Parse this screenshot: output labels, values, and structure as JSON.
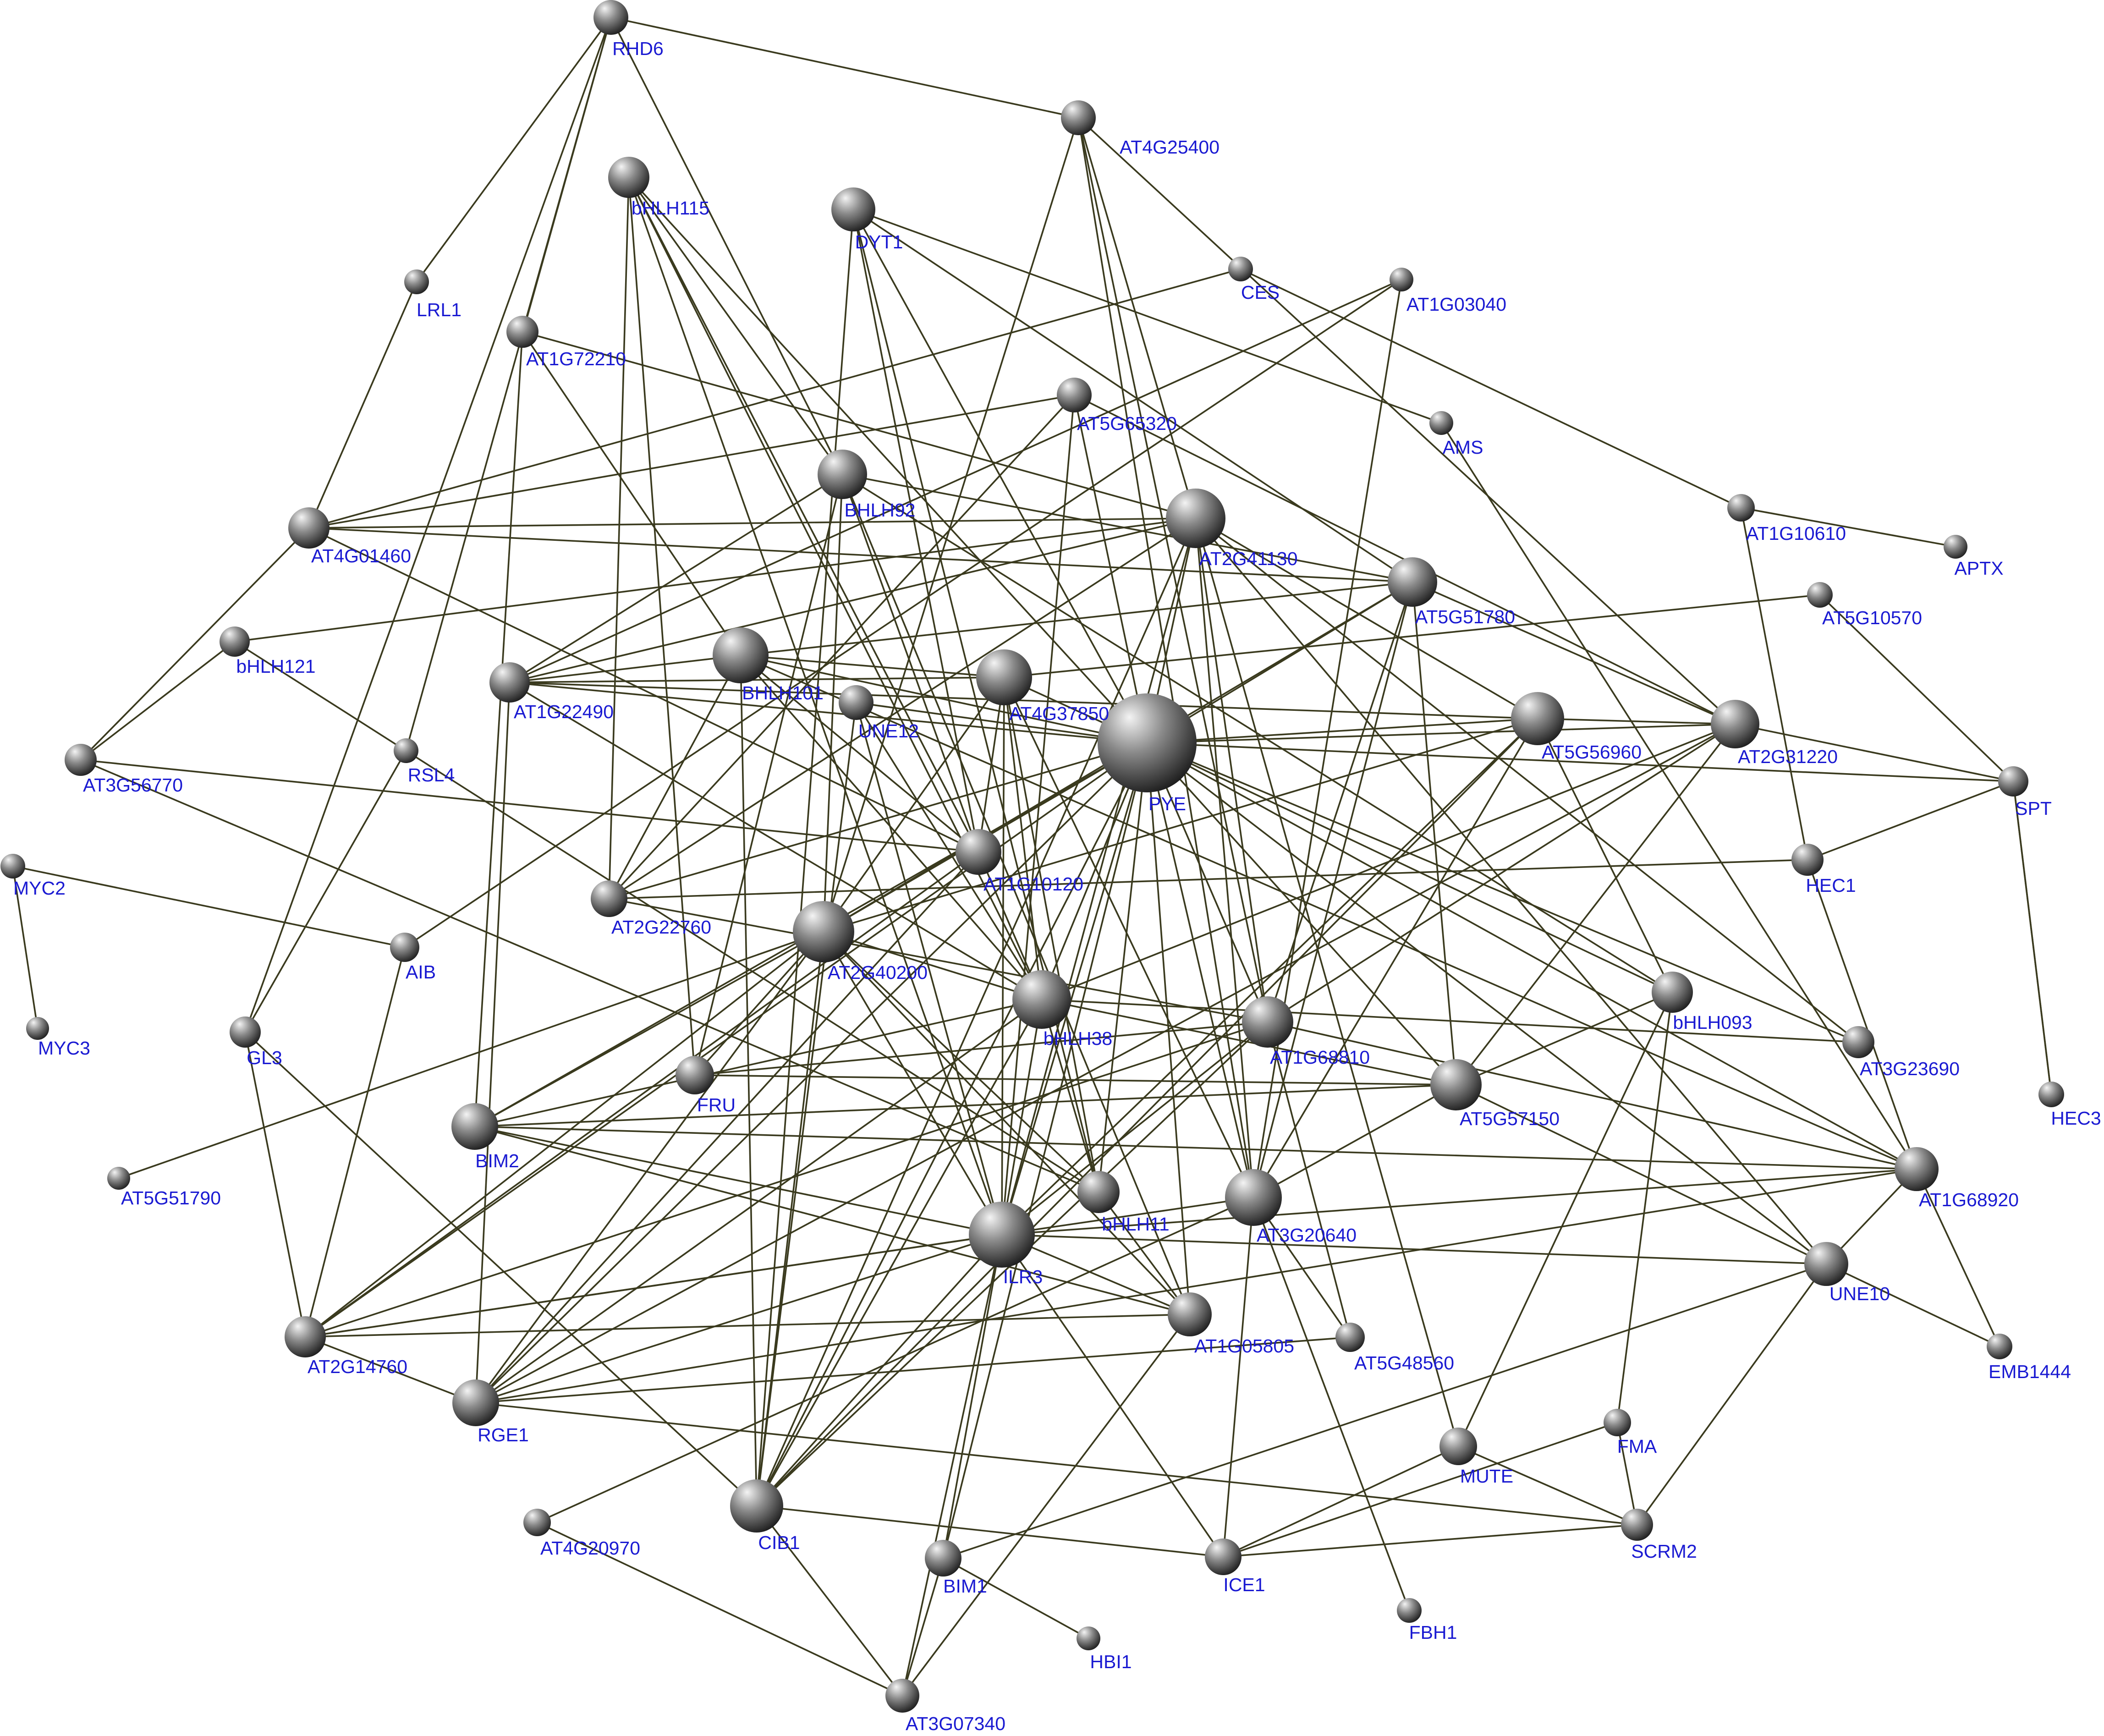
{
  "colors": {
    "background": "#ffffff",
    "edge": "#3a3a1e",
    "node_light": "#f4f4f4",
    "node_mid": "#8a8a8a",
    "node_dark": "#1c1c1c",
    "label": "#1a1ad2"
  },
  "nodes": [
    {
      "id": "RHD6",
      "label": "RHD6"
    },
    {
      "id": "AT4G25400",
      "label": "AT4G25400"
    },
    {
      "id": "bHLH115",
      "label": "bHLH115"
    },
    {
      "id": "DYT1",
      "label": "DYT1"
    },
    {
      "id": "LRL1",
      "label": "LRL1"
    },
    {
      "id": "CES",
      "label": "CES"
    },
    {
      "id": "AT1G03040",
      "label": "AT1G03040"
    },
    {
      "id": "AT1G72210",
      "label": "AT1G72210"
    },
    {
      "id": "AT5G65320",
      "label": "AT5G65320"
    },
    {
      "id": "AMS",
      "label": "AMS"
    },
    {
      "id": "BHLH92",
      "label": "BHLH92"
    },
    {
      "id": "AT2G41130",
      "label": "AT2G41130"
    },
    {
      "id": "AT1G10610",
      "label": "AT1G10610"
    },
    {
      "id": "APTX",
      "label": "APTX"
    },
    {
      "id": "AT4G01460",
      "label": "AT4G01460"
    },
    {
      "id": "AT5G51780",
      "label": "AT5G51780"
    },
    {
      "id": "AT5G10570",
      "label": "AT5G10570"
    },
    {
      "id": "bHLH121",
      "label": "bHLH121"
    },
    {
      "id": "BHLH101",
      "label": "BHLH101"
    },
    {
      "id": "AT1G22490",
      "label": "AT1G22490"
    },
    {
      "id": "UNE12",
      "label": "UNE12"
    },
    {
      "id": "AT4G37850",
      "label": "AT4G37850"
    },
    {
      "id": "PYE",
      "label": "PYE"
    },
    {
      "id": "AT5G56960",
      "label": "AT5G56960"
    },
    {
      "id": "AT2G31220",
      "label": "AT2G31220"
    },
    {
      "id": "AT3G56770",
      "label": "AT3G56770"
    },
    {
      "id": "RSL4",
      "label": "RSL4"
    },
    {
      "id": "SPT",
      "label": "SPT"
    },
    {
      "id": "AT1G10120",
      "label": "AT1G10120"
    },
    {
      "id": "HEC1",
      "label": "HEC1"
    },
    {
      "id": "MYC2",
      "label": "MYC2"
    },
    {
      "id": "AT2G22760",
      "label": "AT2G22760"
    },
    {
      "id": "AIB",
      "label": "AIB"
    },
    {
      "id": "AT2G40200",
      "label": "AT2G40200"
    },
    {
      "id": "bHLH093",
      "label": "bHLH093"
    },
    {
      "id": "bHLH38",
      "label": "bHLH38"
    },
    {
      "id": "AT1G68810",
      "label": "AT1G68810"
    },
    {
      "id": "MYC3",
      "label": "MYC3"
    },
    {
      "id": "GL3",
      "label": "GL3"
    },
    {
      "id": "FRU",
      "label": "FRU"
    },
    {
      "id": "AT3G23690",
      "label": "AT3G23690"
    },
    {
      "id": "AT5G57150",
      "label": "AT5G57150"
    },
    {
      "id": "HEC3",
      "label": "HEC3"
    },
    {
      "id": "BIM2",
      "label": "BIM2"
    },
    {
      "id": "AT1G68920",
      "label": "AT1G68920"
    },
    {
      "id": "AT5G51790",
      "label": "AT5G51790"
    },
    {
      "id": "bHLH11",
      "label": "bHLH11"
    },
    {
      "id": "AT3G20640",
      "label": "AT3G20640"
    },
    {
      "id": "ILR3",
      "label": "ILR3"
    },
    {
      "id": "UNE10",
      "label": "UNE10"
    },
    {
      "id": "AT2G14760",
      "label": "AT2G14760"
    },
    {
      "id": "AT1G05805",
      "label": "AT1G05805"
    },
    {
      "id": "AT5G48560",
      "label": "AT5G48560"
    },
    {
      "id": "EMB1444",
      "label": "EMB1444"
    },
    {
      "id": "RGE1",
      "label": "RGE1"
    },
    {
      "id": "FMA",
      "label": "FMA"
    },
    {
      "id": "MUTE",
      "label": "MUTE"
    },
    {
      "id": "CIB1",
      "label": "CIB1"
    },
    {
      "id": "SCRM2",
      "label": "SCRM2"
    },
    {
      "id": "AT4G20970",
      "label": "AT4G20970"
    },
    {
      "id": "BIM1",
      "label": "BIM1"
    },
    {
      "id": "ICE1",
      "label": "ICE1"
    },
    {
      "id": "FBH1",
      "label": "FBH1"
    },
    {
      "id": "HBI1",
      "label": "HBI1"
    },
    {
      "id": "AT3G07340",
      "label": "AT3G07340"
    }
  ],
  "edges": [
    [
      "RHD6",
      "AT4G25400"
    ],
    [
      "RHD6",
      "LRL1"
    ],
    [
      "RHD6",
      "AT1G72210"
    ],
    [
      "RHD6",
      "GL3"
    ],
    [
      "RHD6",
      "BHLH92"
    ],
    [
      "RHD6",
      "RSL4"
    ],
    [
      "AT4G25400",
      "AT2G41130"
    ],
    [
      "AT4G25400",
      "AT1G68810"
    ],
    [
      "AT4G25400",
      "AT2G31220"
    ],
    [
      "AT4G25400",
      "AT2G40200"
    ],
    [
      "AT4G25400",
      "AT3G20640"
    ],
    [
      "bHLH115",
      "BHLH92"
    ],
    [
      "bHLH115",
      "bHLH38"
    ],
    [
      "bHLH115",
      "FRU"
    ],
    [
      "bHLH115",
      "AT1G10120"
    ],
    [
      "bHLH115",
      "AT2G22760"
    ],
    [
      "bHLH115",
      "PYE"
    ],
    [
      "bHLH115",
      "ILR3"
    ],
    [
      "DYT1",
      "AMS"
    ],
    [
      "DYT1",
      "CIB1"
    ],
    [
      "DYT1",
      "PYE"
    ],
    [
      "DYT1",
      "bHLH11"
    ],
    [
      "DYT1",
      "AT5G51780"
    ],
    [
      "DYT1",
      "AT1G10120"
    ],
    [
      "LRL1",
      "AT4G01460"
    ],
    [
      "CES",
      "AT1G10610"
    ],
    [
      "CES",
      "AT4G01460"
    ],
    [
      "AT1G03040",
      "AT1G22490"
    ],
    [
      "AT1G03040",
      "AT3G20640"
    ],
    [
      "AT1G72210",
      "BHLH101"
    ],
    [
      "AT1G72210",
      "BIM2"
    ],
    [
      "AT1G72210",
      "AT2G41130"
    ],
    [
      "AT5G65320",
      "AT4G01460"
    ],
    [
      "AT5G65320",
      "ILR3"
    ],
    [
      "AT5G65320",
      "PYE"
    ],
    [
      "AT5G65320",
      "AT2G31220"
    ],
    [
      "AT5G65320",
      "AT2G22760"
    ],
    [
      "AMS",
      "AT1G68920"
    ],
    [
      "BHLH92",
      "AT5G51780"
    ],
    [
      "BHLH92",
      "AT1G22490"
    ],
    [
      "BHLH92",
      "AT2G40200"
    ],
    [
      "BHLH92",
      "bHLH093"
    ],
    [
      "BHLH92",
      "AT1G05805"
    ],
    [
      "BHLH92",
      "AT1G10120"
    ],
    [
      "BHLH92",
      "FRU"
    ],
    [
      "AT2G41130",
      "AT4G01460"
    ],
    [
      "AT2G41130",
      "AT1G22490"
    ],
    [
      "AT2G41130",
      "PYE"
    ],
    [
      "AT2G41130",
      "AT5G56960"
    ],
    [
      "AT2G41130",
      "UNE10"
    ],
    [
      "AT2G41130",
      "AT3G23690"
    ],
    [
      "AT2G41130",
      "MUTE"
    ],
    [
      "AT2G41130",
      "ILR3"
    ],
    [
      "AT2G41130",
      "CIB1"
    ],
    [
      "AT2G41130",
      "AT3G20640"
    ],
    [
      "AT2G41130",
      "AT1G68810"
    ],
    [
      "AT1G10610",
      "APTX"
    ],
    [
      "AT1G10610",
      "HEC1"
    ],
    [
      "AT4G01460",
      "AT5G51780"
    ],
    [
      "AT4G01460",
      "AT1G10120"
    ],
    [
      "AT5G51780",
      "PYE"
    ],
    [
      "AT5G51780",
      "AT5G57150"
    ],
    [
      "AT5G51780",
      "AT1G68810"
    ],
    [
      "AT5G51780",
      "AT2G31220"
    ],
    [
      "AT5G51780",
      "BHLH101"
    ],
    [
      "AT5G51780",
      "AT3G20640"
    ],
    [
      "AT5G10570",
      "SPT"
    ],
    [
      "AT5G10570",
      "AT4G37850"
    ],
    [
      "bHLH121",
      "AT3G56770"
    ],
    [
      "bHLH121",
      "AT2G41130"
    ],
    [
      "bHLH121",
      "bHLH11"
    ],
    [
      "BHLH101",
      "AT1G22490"
    ],
    [
      "BHLH101",
      "PYE"
    ],
    [
      "BHLH101",
      "AT4G37850"
    ],
    [
      "BHLH101",
      "bHLH38"
    ],
    [
      "BHLH101",
      "AT1G68920"
    ],
    [
      "BHLH101",
      "AT2G22760"
    ],
    [
      "BHLH101",
      "CIB1"
    ],
    [
      "BHLH101",
      "AT1G10120"
    ],
    [
      "AT1G22490",
      "AT4G37850"
    ],
    [
      "AT1G22490",
      "PYE"
    ],
    [
      "AT1G22490",
      "bHLH38"
    ],
    [
      "AT1G22490",
      "AT5G56960"
    ],
    [
      "AT1G22490",
      "RGE1"
    ],
    [
      "UNE12",
      "PYE"
    ],
    [
      "UNE12",
      "ILR3"
    ],
    [
      "UNE12",
      "bHLH38"
    ],
    [
      "UNE12",
      "CIB1"
    ],
    [
      "AT4G37850",
      "bHLH38"
    ],
    [
      "AT4G37850",
      "ILR3"
    ],
    [
      "AT4G37850",
      "PYE"
    ],
    [
      "AT4G37850",
      "bHLH11"
    ],
    [
      "AT4G37850",
      "AT3G20640"
    ],
    [
      "AT4G37850",
      "AT2G40200"
    ],
    [
      "AT4G37850",
      "AT1G10120"
    ],
    [
      "PYE",
      "AT2G31220"
    ],
    [
      "PYE",
      "AT5G56960"
    ],
    [
      "PYE",
      "ILR3"
    ],
    [
      "PYE",
      "AT2G40200"
    ],
    [
      "PYE",
      "bHLH38"
    ],
    [
      "PYE",
      "AT1G68810"
    ],
    [
      "PYE",
      "AT3G20640"
    ],
    [
      "PYE",
      "AT1G68920"
    ],
    [
      "PYE",
      "SPT"
    ],
    [
      "PYE",
      "CIB1"
    ],
    [
      "PYE",
      "BIM1"
    ],
    [
      "PYE",
      "AT5G57150"
    ],
    [
      "PYE",
      "AT1G05805"
    ],
    [
      "PYE",
      "AT3G23690"
    ],
    [
      "PYE",
      "bHLH093"
    ],
    [
      "PYE",
      "UNE10"
    ],
    [
      "PYE",
      "bHLH11"
    ],
    [
      "PYE",
      "AT2G22760"
    ],
    [
      "PYE",
      "AT2G14760"
    ],
    [
      "PYE",
      "RGE1"
    ],
    [
      "PYE",
      "BIM2"
    ],
    [
      "AT5G56960",
      "AT2G40200"
    ],
    [
      "AT5G56960",
      "bHLH093"
    ],
    [
      "AT5G56960",
      "ILR3"
    ],
    [
      "AT5G56960",
      "AT3G20640"
    ],
    [
      "AT5G56960",
      "CIB1"
    ],
    [
      "AT5G56960",
      "AT2G31220"
    ],
    [
      "AT2G31220",
      "SPT"
    ],
    [
      "AT2G31220",
      "AT1G68810"
    ],
    [
      "AT2G31220",
      "bHLH38"
    ],
    [
      "AT2G31220",
      "RGE1"
    ],
    [
      "AT2G31220",
      "AT5G57150"
    ],
    [
      "AT3G56770",
      "AT1G10120"
    ],
    [
      "AT3G56770",
      "AT4G01460"
    ],
    [
      "AT3G56770",
      "bHLH11"
    ],
    [
      "RSL4",
      "GL3"
    ],
    [
      "SPT",
      "HEC3"
    ],
    [
      "SPT",
      "HEC1"
    ],
    [
      "AT1G10120",
      "AT2G14760"
    ],
    [
      "AT1G10120",
      "RGE1"
    ],
    [
      "AT1G10120",
      "bHLH38"
    ],
    [
      "HEC1",
      "AT2G22760"
    ],
    [
      "HEC1",
      "AT1G68920"
    ],
    [
      "MYC2",
      "MYC3"
    ],
    [
      "MYC2",
      "AIB"
    ],
    [
      "AT2G22760",
      "AT1G68810"
    ],
    [
      "AT2G22760",
      "AT2G41130"
    ],
    [
      "AIB",
      "AT2G14760"
    ],
    [
      "AIB",
      "AT1G03040"
    ],
    [
      "AT2G40200",
      "bHLH38"
    ],
    [
      "AT2G40200",
      "ILR3"
    ],
    [
      "AT2G40200",
      "FRU"
    ],
    [
      "AT2G40200",
      "BIM2"
    ],
    [
      "AT2G40200",
      "AT5G51790"
    ],
    [
      "AT2G40200",
      "CIB1"
    ],
    [
      "AT2G40200",
      "RGE1"
    ],
    [
      "AT2G40200",
      "AT2G14760"
    ],
    [
      "AT2G40200",
      "AT1G05805"
    ],
    [
      "AT2G40200",
      "AT5G51780"
    ],
    [
      "AT2G40200",
      "bHLH11"
    ],
    [
      "bHLH093",
      "AT5G57150"
    ],
    [
      "bHLH093",
      "MUTE"
    ],
    [
      "bHLH093",
      "FMA"
    ],
    [
      "bHLH38",
      "AT3G23690"
    ],
    [
      "bHLH38",
      "ILR3"
    ],
    [
      "bHLH38",
      "bHLH11"
    ],
    [
      "bHLH38",
      "CIB1"
    ],
    [
      "bHLH38",
      "BIM2"
    ],
    [
      "bHLH38",
      "AT5G57150"
    ],
    [
      "bHLH38",
      "RGE1"
    ],
    [
      "AT1G68810",
      "FRU"
    ],
    [
      "AT1G68810",
      "ILR3"
    ],
    [
      "AT1G68810",
      "AT1G68920"
    ],
    [
      "AT1G68810",
      "AT5G48560"
    ],
    [
      "AT1G68810",
      "CIB1"
    ],
    [
      "AT1G68810",
      "AT2G14760"
    ],
    [
      "GL3",
      "AT2G14760"
    ],
    [
      "GL3",
      "CIB1"
    ],
    [
      "FRU",
      "AT5G57150"
    ],
    [
      "AT5G57150",
      "AT3G20640"
    ],
    [
      "AT5G57150",
      "BIM2"
    ],
    [
      "AT5G57150",
      "UNE10"
    ],
    [
      "HEC3",
      "SPT"
    ],
    [
      "BIM2",
      "ILR3"
    ],
    [
      "BIM2",
      "AT1G68920"
    ],
    [
      "BIM2",
      "AT1G05805"
    ],
    [
      "AT1G68920",
      "EMB1444"
    ],
    [
      "AT1G68920",
      "UNE10"
    ],
    [
      "AT1G68920",
      "ILR3"
    ],
    [
      "AT1G68920",
      "RGE1"
    ],
    [
      "bHLH11",
      "AT1G05805"
    ],
    [
      "AT3G20640",
      "FBH1"
    ],
    [
      "AT3G20640",
      "ICE1"
    ],
    [
      "AT3G20640",
      "AT2G14760"
    ],
    [
      "AT3G20640",
      "AT4G20970"
    ],
    [
      "AT3G20640",
      "AT5G48560"
    ],
    [
      "ILR3",
      "UNE10"
    ],
    [
      "ILR3",
      "AT1G05805"
    ],
    [
      "ILR3",
      "CIB1"
    ],
    [
      "ILR3",
      "BIM1"
    ],
    [
      "ILR3",
      "RGE1"
    ],
    [
      "ILR3",
      "AT2G14760"
    ],
    [
      "ILR3",
      "AT3G07340"
    ],
    [
      "ILR3",
      "ICE1"
    ],
    [
      "UNE10",
      "EMB1444"
    ],
    [
      "UNE10",
      "SCRM2"
    ],
    [
      "UNE10",
      "BIM1"
    ],
    [
      "AT2G14760",
      "RGE1"
    ],
    [
      "AT2G14760",
      "AT1G05805"
    ],
    [
      "AT1G05805",
      "AT3G07340"
    ],
    [
      "RGE1",
      "SCRM2"
    ],
    [
      "RGE1",
      "AT5G48560"
    ],
    [
      "FMA",
      "ICE1"
    ],
    [
      "FMA",
      "SCRM2"
    ],
    [
      "MUTE",
      "SCRM2"
    ],
    [
      "MUTE",
      "ICE1"
    ],
    [
      "CIB1",
      "AT3G07340"
    ],
    [
      "SCRM2",
      "ICE1"
    ],
    [
      "AT4G20970",
      "AT3G07340"
    ],
    [
      "BIM1",
      "HBI1"
    ],
    [
      "BIM1",
      "AT3G07340"
    ],
    [
      "ICE1",
      "CIB1"
    ]
  ]
}
